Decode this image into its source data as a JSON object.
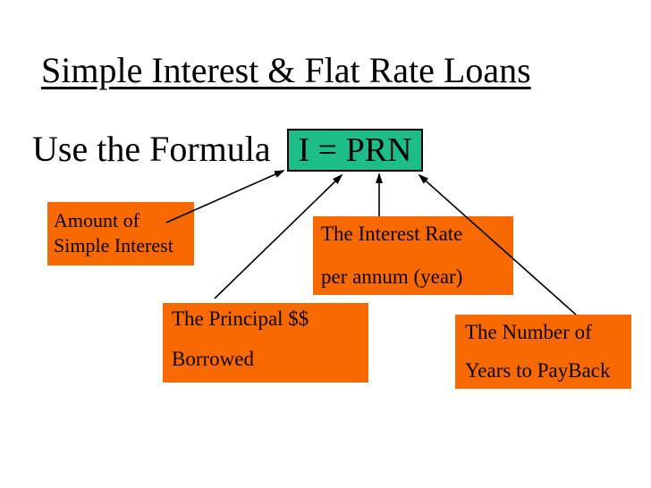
{
  "slide": {
    "title": "Simple Interest & Flat Rate Loans",
    "subtitle": "Use the Formula",
    "formula": "I = PRN",
    "colors": {
      "background": "#ffffff",
      "label_box_fill": "#f86a00",
      "formula_box_fill": "#1fbc8b",
      "text": "#000000",
      "arrow": "#000000"
    },
    "labels": [
      {
        "id": "amount",
        "lines": [
          "Amount of",
          "Simple Interest"
        ]
      },
      {
        "id": "rate",
        "lines": [
          "The Interest Rate",
          "per annum (year)"
        ]
      },
      {
        "id": "principal",
        "lines": [
          "The Principal $$",
          "Borrowed"
        ]
      },
      {
        "id": "years",
        "lines": [
          "The Number of",
          "Years to PayBack"
        ]
      }
    ],
    "arrows": [
      {
        "from": "amount",
        "to": "formula"
      },
      {
        "from": "principal",
        "to": "formula"
      },
      {
        "from": "rate",
        "to": "formula"
      },
      {
        "from": "years",
        "to": "formula"
      }
    ]
  }
}
